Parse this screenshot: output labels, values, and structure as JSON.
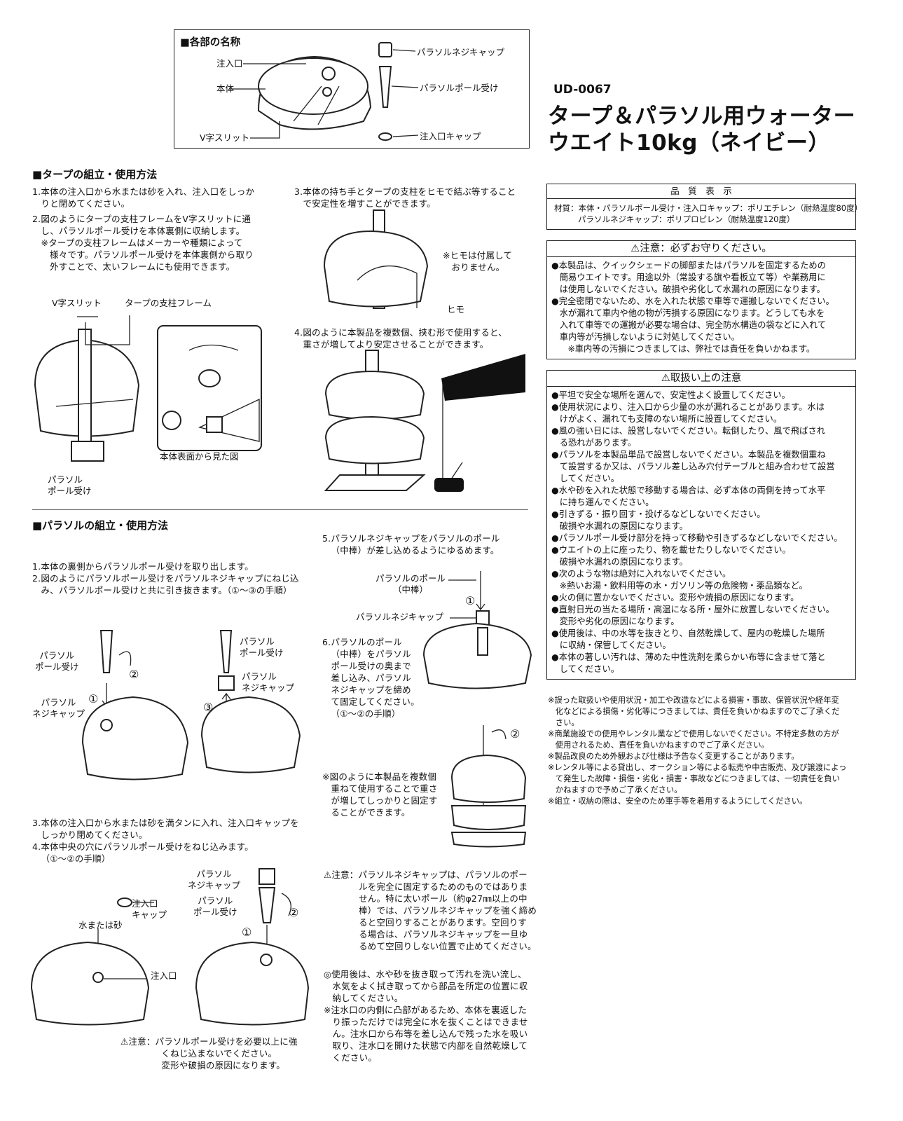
{
  "parts_box": {
    "title": "■各部の名称",
    "inlet": "注入口",
    "body": "本体",
    "v_slit": "V字スリット",
    "screw_cap": "パラソルネジキャップ",
    "pole_holder": "パラソルポール受け",
    "inlet_cap": "注入口キャップ"
  },
  "product": {
    "code": "UD-0067",
    "title_line1": "タープ＆パラソル用ウォーター",
    "title_line2": "ウエイト10kg（ネイビー）"
  },
  "tarp": {
    "heading": "■タープの組立・使用方法",
    "step1": "1.本体の注入口から水または砂を入れ、注入口をしっか\n   りと閉めてください。",
    "step2": "2.図のようにタープの支柱フレームをV字スリットに通\n   し、パラソルポール受けを本体裏側に収納します。\n   ※タープの支柱フレームはメーカーや種類によって\n      様々です。パラソルポール受けを本体裏側から取り\n      外すことで、太いフレームにも使用できます。",
    "label_vslit": "V字スリット",
    "label_frame": "タープの支柱フレーム",
    "label_pole_holder": "パラソル\nポール受け",
    "label_surface": "本体表面から見た図",
    "step3": "3.本体の持ち手とタープの支柱をヒモで結ぶ等すること\n   で安定性を増すことができます。",
    "note_string": "※ヒモは付属して\n   おりません。",
    "label_string": "ヒモ",
    "step4": "4.図のように本製品を複数個、挟む形で使用すると、\n   重さが増してより安定させることができます。"
  },
  "quality": {
    "title": "品　質　表　示",
    "line1": "材質：本体・パラソルポール受け・注入口キャップ：ポリエチレン（耐熱温度80度）",
    "line2": "パラソルネジキャップ：ポリプロピレン（耐熱温度120度）"
  },
  "caution": {
    "title": "⚠注意：必ずお守りください。",
    "body": "●本製品は、クイックシェードの脚部またはパラソルを固定するための\n   簡易ウエイトです。用途以外（常設する旗や看板立て等）や業務用に\n   は使用しないでください。破損や劣化して水漏れの原因になります。\n●完全密閉でないため、水を入れた状態で車等で運搬しないでください。\n   水が漏れて車内や他の物が汚損する原因になります。どうしても水を\n   入れて車等での運搬が必要な場合は、完全防水構造の袋などに入れて\n   車内等が汚損しないように対処してください。\n      ※車内等の汚損につきましては、弊社では責任を負いかねます。"
  },
  "handling": {
    "title": "⚠取扱い上の注意",
    "body": "●平坦で安全な場所を選んで、安定性よく設置してください。\n●使用状況により、注入口から少量の水が漏れることがあります。水は\n   けがよく、漏れても支障のない場所に設置してください。\n●風の強い日には、設営しないでください。転倒したり、風で飛ばされ\n   る恐れがあります。\n●パラソルを本製品単品で設営しないでください。本製品を複数個重ね\n   て設営するか又は、パラソル差し込み穴付テーブルと組み合わせて設営\n   してください。\n●水や砂を入れた状態で移動する場合は、必ず本体の両側を持って水平\n   に持ち運んでください。\n●引きずる・振り回す・投げるなどしないでください。\n   破損や水漏れの原因になります。\n●パラソルポール受け部分を持って移動や引きずるなどしないでください。\n●ウエイトの上に座ったり、物を載せたりしないでください。\n   破損や水漏れの原因になります。\n●次のような物は絶対に入れないでください。\n   ※熱いお湯・飲料用等の水・ガソリン等の危険物・薬品類など。\n●火の側に置かないでください。変形や焼損の原因になります。\n●直射日光の当たる場所・高温になる所・屋外に放置しないでください。\n   変形や劣化の原因になります。\n●使用後は、中の水等を抜きとり、自然乾燥して、屋内の乾燥した場所\n   に収納・保管してください。\n●本体の著しい汚れは、薄めた中性洗剤を柔らかい布等に含ませて落と\n   してください。"
  },
  "disclaimer": "※誤った取扱いや使用状況・加工や改造などによる損害・事故、保管状況や経年変\n   化などによる損傷・劣化等につきましては、責任を負いかねますのでご了承くだ\n   さい。\n※商業施設での使用やレンタル業などで使用しないでください。不特定多数の方が\n   使用されるため、責任を負いかねますのでご了承ください。\n※製品改良のため外観および仕様は予告なく変更することがあります。\n※レンタル等による貸出し、オークション等による転売や中古販売、及び譲渡によっ\n   て発生した故障・損傷・劣化・損害・事故などにつきましては、一切責任を負い\n   かねますので予めご了承ください。\n※組立・収納の際は、安全のため軍手等を着用するようにしてください。",
  "parasol": {
    "heading": "■パラソルの組立・使用方法",
    "step1_2": "1.本体の裏側からパラソルポール受けを取り出します。\n2.図のようにパラソルポール受けをパラソルネジキャップにねじ込\n   み、パラソルポール受けと共に引き抜きます。（①～③の手順）",
    "lbl_pole_holder": "パラソル\nポール受け",
    "lbl_screw_cap": "パラソル\nネジキャップ",
    "lbl_pole_holder2": "パラソル\nポール受け",
    "lbl_screw_cap2": "パラソル\nネジキャップ",
    "c1": "①",
    "c2": "②",
    "c3": "③",
    "step3_4": "3.本体の注入口から水または砂を満タンに入れ、注入口キャップを\n   しっかり閉めてください。\n4.本体中央の穴にパラソルポール受けをねじ込みます。\n   （①～②の手順）",
    "lbl_inlet_cap": "注入口\nキャップ",
    "lbl_water": "水または砂",
    "lbl_inlet": "注入口",
    "lbl_screw_cap3": "パラソル\nネジキャップ",
    "lbl_pole_holder3": "パラソル\nポール受け",
    "caution_bottom": "⚠注意：パラソルポール受けを必要以上に強\n              くねじ込まないでください。\n              変形や破損の原因になります。",
    "step5": "5.パラソルネジキャップをパラソルのポール\n   （中棒）が差し込めるようにゆるめます。",
    "lbl_pole": "パラソルのポール\n（中棒）",
    "lbl_screw_cap4": "パラソルネジキャップ",
    "step6": "6.パラソルのポール\n   （中棒）をパラソル\n   ポール受けの奥まで\n   差し込み、パラソル\n   ネジキャップを締め\n   て固定してください。\n   （①～②の手順）",
    "note_stack": "※図のように本製品を複数個\n   重ねて使用することで重さ\n   が増してしっかりと固定す\n   ることができます。",
    "caution_screw": "⚠注意：パラソルネジキャップは、パラソルのポー\n            ルを完全に固定するためのものではありま\n            せん。特に太いポール（約φ27㎜以上の中\n            棒）では、パラソルネジキャップを強く締め\n            ると空回りすることがあります。空回りす\n            る場合は、パラソルネジキャップを一旦ゆ\n            るめて空回りしない位置で止めてください。",
    "after_use": "◎使用後は、水や砂を抜き取って汚れを洗い流し、\n   水気をよく拭き取ってから部品を所定の位置に収\n   納してください。\n※注水口の内側に凸部があるため、本体を裏返した\n   り振っただけでは完全に水を抜くことはできませ\n   ん。注水口から布等を差し込んで残った水を吸い\n   取り、注水口を開けた状態で内部を自然乾燥して\n   ください。"
  }
}
